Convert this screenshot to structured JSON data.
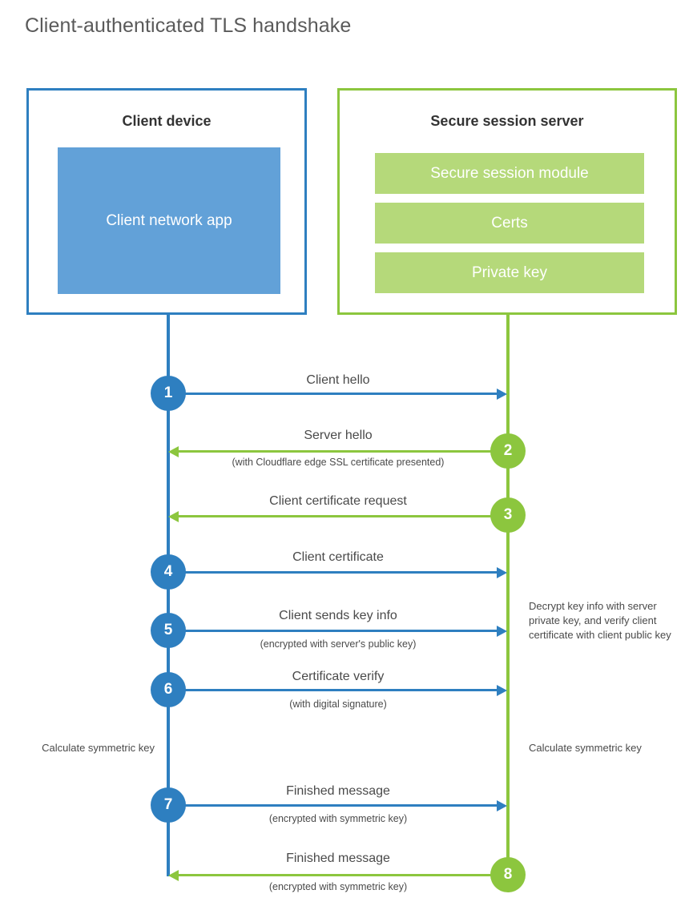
{
  "title": "Client-authenticated TLS handshake",
  "actors": {
    "client": {
      "name": "client-device",
      "title": "Client device",
      "app_label": "Client network app",
      "border_color": "#2e7fc0",
      "app_color": "#62a1d8"
    },
    "server": {
      "name": "secure-session-server",
      "title": "Secure session server",
      "border_color": "#8cc63e",
      "bar_color": "#b5d97a",
      "modules": [
        "Secure session module",
        "Certs",
        "Private key"
      ]
    }
  },
  "steps": [
    {
      "number": "1",
      "label": "Client hello",
      "sub": "",
      "direction": "client-to-server",
      "color": "#2e7fc0"
    },
    {
      "number": "2",
      "label": "Server hello",
      "sub": "(with Cloudflare edge SSL certificate presented)",
      "direction": "server-to-client",
      "color": "#8cc63e"
    },
    {
      "number": "3",
      "label": "Client certificate request",
      "sub": "",
      "direction": "server-to-client",
      "color": "#8cc63e"
    },
    {
      "number": "4",
      "label": "Client certificate",
      "sub": "",
      "direction": "client-to-server",
      "color": "#2e7fc0"
    },
    {
      "number": "5",
      "label": "Client sends key info",
      "sub": "(encrypted with server's public key)",
      "direction": "client-to-server",
      "color": "#2e7fc0"
    },
    {
      "number": "6",
      "label": "Certificate verify",
      "sub": "(with digital signature)",
      "direction": "client-to-server",
      "color": "#2e7fc0"
    },
    {
      "number": "7",
      "label": "Finished message",
      "sub": "(encrypted with symmetric key)",
      "direction": "client-to-server",
      "color": "#2e7fc0"
    },
    {
      "number": "8",
      "label": "Finished message",
      "sub": "(encrypted with symmetric key)",
      "direction": "server-to-client",
      "color": "#8cc63e"
    }
  ],
  "notes": {
    "server_decrypt": "Decrypt key info with server private key, and verify client certificate with client public key",
    "client_calculate": "Calculate symmetric key",
    "server_calculate": "Calculate symmetric key"
  }
}
